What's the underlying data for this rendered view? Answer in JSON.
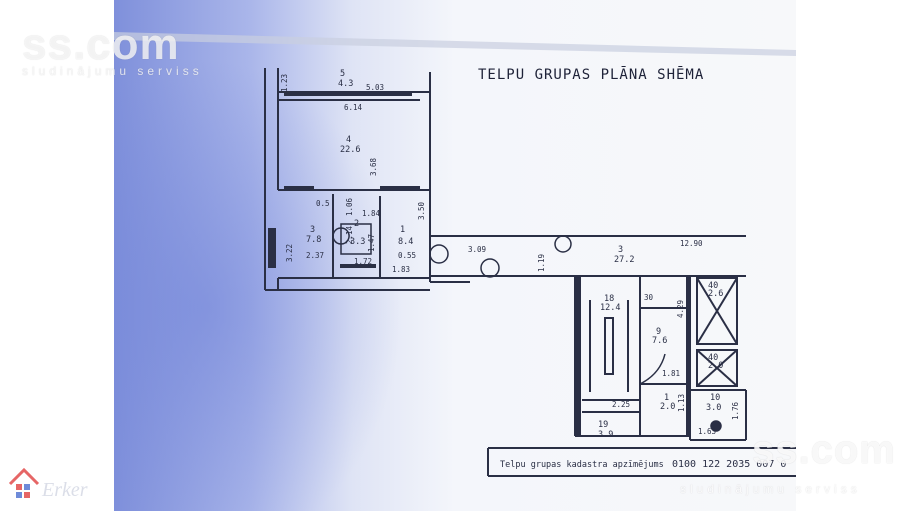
{
  "plan": {
    "title": "TELPU GRUPAS PLĀNA SHĒMA",
    "cadastre": {
      "label": "Telpu grupas kadastra apzīmējums",
      "value": "0100 122 2035 007 0"
    },
    "rooms": [
      {
        "num": "5",
        "area": "4.3"
      },
      {
        "num": "4",
        "area": "22.6"
      },
      {
        "num": "3",
        "area": "7.8"
      },
      {
        "num": "2",
        "area": "3.3"
      },
      {
        "num": "1",
        "area": "8.4"
      },
      {
        "num": "3",
        "area": "27.2"
      },
      {
        "num": "18",
        "area": "12.4"
      },
      {
        "num": "9",
        "area": "7.6"
      },
      {
        "num": "40",
        "area": "2.6"
      },
      {
        "num": "40",
        "area": "2.0"
      },
      {
        "num": "10",
        "area": "3.0"
      },
      {
        "num": "1",
        "area": "2.0"
      },
      {
        "num": "19",
        "area": "3.9"
      }
    ],
    "dimensions": [
      "1.23",
      "5.03",
      "6.14",
      "3.68",
      "1.06",
      "1.84",
      "3.50",
      "3.22",
      "2.37",
      "1.72",
      "1.83",
      "3.09",
      "1.19",
      "12.90",
      "0.55",
      "30",
      "4.29",
      "1.81",
      "2.25",
      "1.13",
      "1.76",
      "1.63",
      "0.5",
      "2.14",
      "1.47"
    ]
  },
  "watermarks": {
    "top_left": "ss.com",
    "top_left_sub": "sludinājumu serviss",
    "bottom_right": "ss.com",
    "bottom_right_sub": "sludinājumu serviss",
    "logo": "Erker"
  },
  "colors": {
    "ink": "#2a2f45",
    "paper": "#f3f5fa",
    "shadow": "#9aa9e8",
    "background": "#ffffff",
    "logo_red": "#e04040",
    "logo_blue": "#4a6fd0"
  }
}
